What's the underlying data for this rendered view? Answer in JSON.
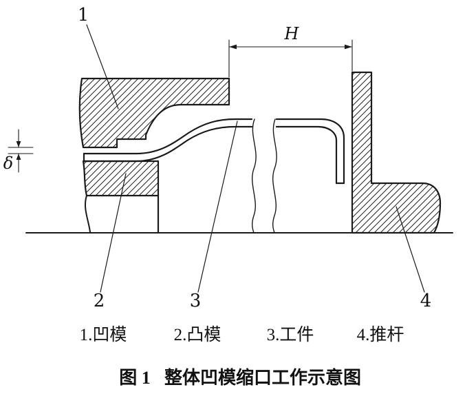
{
  "figure": {
    "background": "#ffffff",
    "line_color": "#1a1a1a",
    "part_numbers": [
      "1",
      "2",
      "3",
      "4"
    ],
    "dimensions": {
      "height_label": "H",
      "clearance_label": "δ"
    },
    "caption": {
      "items": [
        "1.凹模",
        "2.凸模",
        "3.工件",
        "4.推杆"
      ]
    },
    "title": {
      "figure_no": "图 1",
      "text": "整体凹模缩口工作示意图"
    }
  }
}
